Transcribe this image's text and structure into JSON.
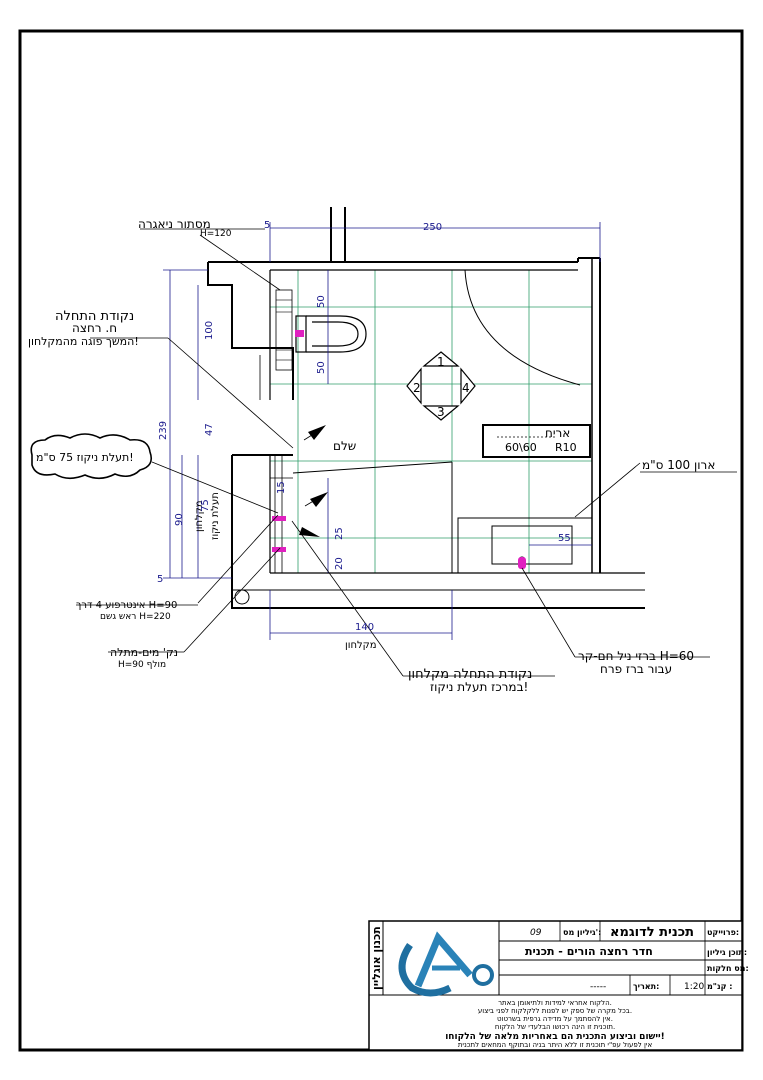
{
  "labels": {
    "niagara": "מסתור ניאגרה",
    "niagara_h": "H=120",
    "start_point_1": "נקודת התחלה",
    "start_point_2": "ח. רחצה",
    "start_point_3": "המשך פוגה מהמקלחון!",
    "channel_bubble": "תעלת ניקוז 75 ס\"מ!",
    "shalem": "שלם",
    "intercom_1": "אינטרפוע 4 דרך H=90",
    "intercom_2": "ראש גשם H=220",
    "water_1": "נק' מים-מתלה",
    "water_2": "H=90 מולף",
    "start_center_1": "נקודת התחלה מקלחון",
    "start_center_2": "במרכז תעלת ניקוז!",
    "faucet_1": "ברזי ניל חם-קר H=60",
    "faucet_2": "עבור ברז פרח",
    "cabinet": "ארון 100 ס\"מ",
    "tile_1": "אריח",
    "tile_2": "60\\60",
    "tile_3": "R10",
    "vlabel_shower": "מקלחון",
    "vlabel_channel": "תעלת ניקוז",
    "shower_bottom": "מקלחון"
  },
  "dimensions": {
    "top_250": "250",
    "left_5": "5",
    "d239": "239",
    "d100": "100",
    "d47": "47",
    "d90": "90",
    "d75": "75",
    "d5b": "5",
    "d50a": "50",
    "d50b": "50",
    "d15": "15",
    "d25": "25",
    "d20": "20",
    "d140": "140",
    "d55": "55"
  },
  "compass": {
    "n1": "1",
    "n2": "2",
    "n3": "3",
    "n4": "4"
  },
  "title_block": {
    "side_label": "תכנון אוגליין",
    "project_label": "פרוייקט:",
    "project_value": "תכנית לדוגמא",
    "sheet_label": "גיליון מס':",
    "sheet_value": "09",
    "plan_label": "תוכן גיליון:",
    "plan_value": "חדר רחצה הורים - תכנית",
    "customer_label": "מס חלקות:",
    "scale_label": "קנ\"מ :",
    "scale_value": "1:20",
    "date_label": "תאריך:",
    "date_value": "-----",
    "note_1": "הלקוח אחראי למידות ולתיאומן באתר.",
    "note_2": "בכל מקרה של ספק יש לפנות ללקלקוח לפני ביצוע.",
    "note_3": "אין להסתמך על מדידה גרפית בשרטוט.",
    "note_4": "תוכנית זו הינה רכושו הבלעדי של הלקוח.",
    "note_bold": "יישום וביצוע התכנית הם באחריות מלאה של הלקוחו!",
    "note_last": "אין לפעול עפ\"י תוכנית זו ללא היתר בניה ובתוקף המחאים לתכנית"
  }
}
